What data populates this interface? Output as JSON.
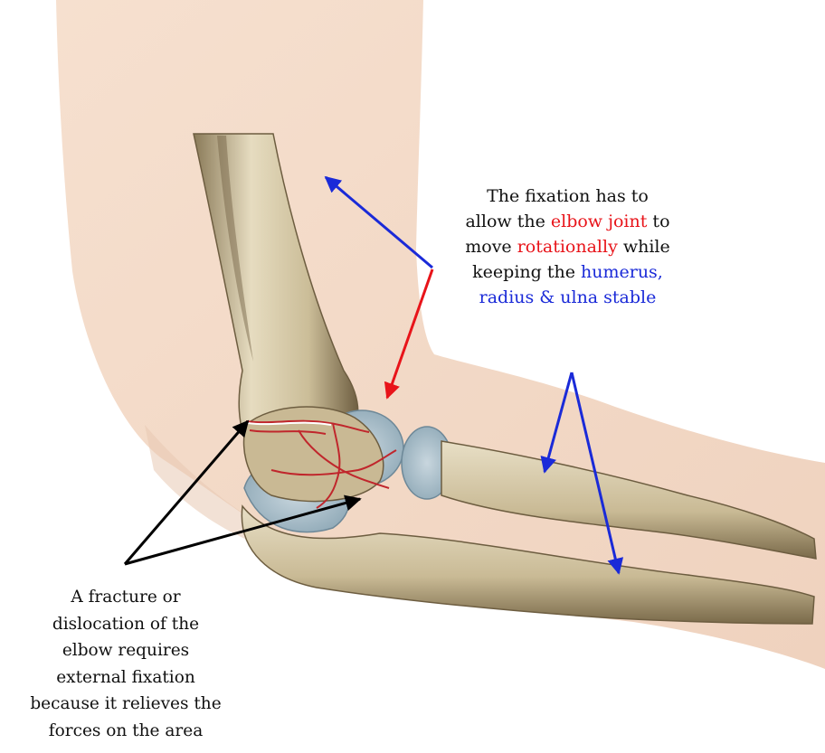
{
  "annotations": {
    "top": {
      "lines": [
        [
          {
            "text": "The fixation has to",
            "tone": "plain"
          }
        ],
        [
          {
            "text": "allow the ",
            "tone": "plain"
          },
          {
            "text": "elbow joint",
            "tone": "red"
          },
          {
            "text": " to",
            "tone": "plain"
          }
        ],
        [
          {
            "text": "move ",
            "tone": "plain"
          },
          {
            "text": "rotationally",
            "tone": "red"
          },
          {
            "text": " while",
            "tone": "plain"
          }
        ],
        [
          {
            "text": "keeping the ",
            "tone": "plain"
          },
          {
            "text": "humerus,",
            "tone": "blue"
          }
        ],
        [
          {
            "text": "radius & ulna stable",
            "tone": "blue"
          }
        ]
      ]
    },
    "bottom": {
      "lines": [
        [
          {
            "text": "A fracture or",
            "tone": "plain"
          }
        ],
        [
          {
            "text": "dislocation of the",
            "tone": "plain"
          }
        ],
        [
          {
            "text": "elbow requires",
            "tone": "plain"
          }
        ],
        [
          {
            "text": "external fixation",
            "tone": "plain"
          }
        ],
        [
          {
            "text": "because it relieves the",
            "tone": "plain"
          }
        ],
        [
          {
            "text": "forces on the area",
            "tone": "plain"
          }
        ]
      ]
    }
  },
  "colors": {
    "skin": "#f3d9c5",
    "skin_shadow": "#e4c0a8",
    "bone": "#d9ccaa",
    "bone_dark": "#7d6c4c",
    "cartilage": "#a9bfcc",
    "fracture": "#c0262c",
    "arrow_black": "#000000",
    "arrow_red": "#e8141a",
    "arrow_blue": "#1a2ad8"
  }
}
